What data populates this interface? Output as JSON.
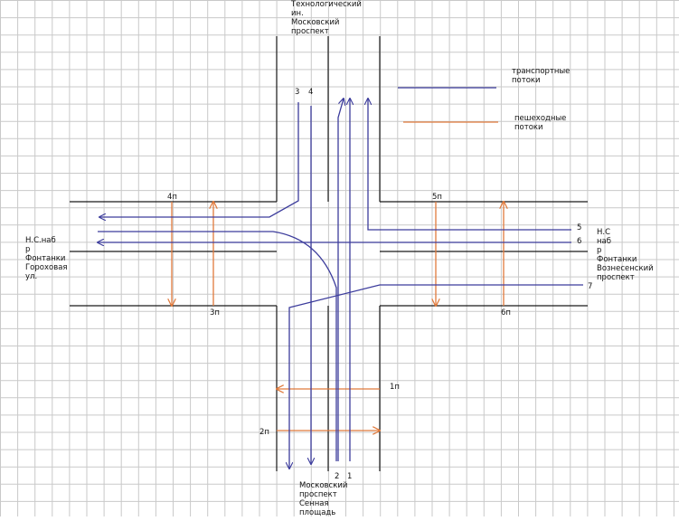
{
  "colors": {
    "grid": "#c9c9c9",
    "road": "#1a1a1a",
    "vehicle": "#3c3c9c",
    "pedestrian": "#e07a3c",
    "paper": "#ffffff"
  },
  "legend": {
    "vehicle": [
      "транспортные",
      "потоки"
    ],
    "pedestrian": [
      "пешеходные",
      "потоки"
    ]
  },
  "streets": {
    "north": [
      "Технологический",
      "ин.",
      "Московский",
      "проспект"
    ],
    "south": [
      "Московский",
      "проспект",
      "Сенная",
      "площадь"
    ],
    "west": [
      "Н.С.наб",
      "р",
      "Фонтанки",
      "Гороховая",
      "ул."
    ],
    "east": [
      "Н.С",
      "наб",
      "р",
      "Фонтанки",
      "Вознесенский",
      "проспект"
    ]
  },
  "vehicle_flows": [
    {
      "label": "1"
    },
    {
      "label": "2"
    },
    {
      "label": "3"
    },
    {
      "label": "4"
    },
    {
      "label": "5"
    },
    {
      "label": "6"
    },
    {
      "label": "7"
    }
  ],
  "pedestrian_flows": [
    {
      "label": "1п"
    },
    {
      "label": "2п"
    },
    {
      "label": "3п"
    },
    {
      "label": "4п"
    },
    {
      "label": "5п"
    },
    {
      "label": "6п"
    }
  ]
}
